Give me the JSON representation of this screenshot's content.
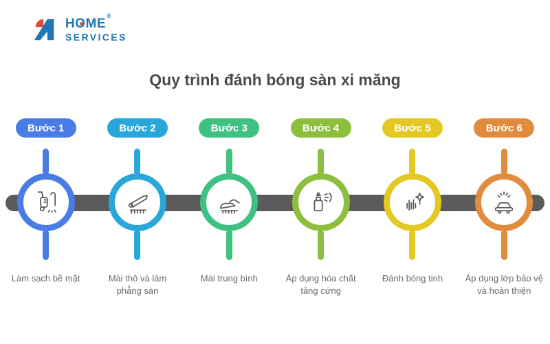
{
  "logo": {
    "brand_line1": "HOME",
    "registered": "®",
    "brand_line2": "SERVICES",
    "brand_blue": "#2178b5",
    "brand_red": "#e14b39"
  },
  "title": "Quy trình đánh bóng sàn xi măng",
  "timeline": {
    "bar_color": "#5b5b5b",
    "icon_stroke": "#5a5a5a",
    "steps": [
      {
        "label": "Bước 1",
        "caption": "Làm sạch bề mặt",
        "color": "#4a7ce6",
        "icon": "floor-scrubber-icon"
      },
      {
        "label": "Bước 2",
        "caption": "Mài thô và làm phẳng sàn",
        "color": "#29a6da",
        "icon": "floor-grinder-icon"
      },
      {
        "label": "Bước 3",
        "caption": "Mài trung bình",
        "color": "#3fc181",
        "icon": "hand-smoothing-icon"
      },
      {
        "label": "Bước 4",
        "caption": "Áp dụng hóa chất tăng cứng",
        "color": "#8dbe3d",
        "icon": "spray-chemical-icon"
      },
      {
        "label": "Bước 5",
        "caption": "Đánh bóng tinh",
        "color": "#e4c824",
        "icon": "polish-shine-icon"
      },
      {
        "label": "Bước 6",
        "caption": "Áp dụng lớp bảo vệ và hoàn thiện",
        "color": "#e08b3e",
        "icon": "protective-coating-icon"
      }
    ]
  }
}
